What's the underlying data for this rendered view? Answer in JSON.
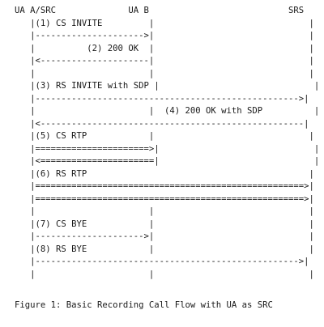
{
  "diagram": {
    "lines": [
      "UA A/SRC              UA B                           SRS",
      "   |(1) CS INVITE         |                              |",
      "   |--------------------->|                              |",
      "   |          (2) 200 OK  |                              |",
      "   |<---------------------|                              |",
      "   |                      |                              |",
      "   |(3) RS INVITE with SDP |                              |",
      "   |--------------------------------------------------->|",
      "   |                      |  (4) 200 OK with SDP          |",
      "   |<---------------------------------------------------|",
      "   |(5) CS RTP            |                              |",
      "   |======================>|                              |",
      "   |<======================|                              |",
      "   |(6) RS RTP                                           |",
      "   |====================================================>|",
      "   |====================================================>|",
      "   |                      |                              |",
      "   |(7) CS BYE            |                              |",
      "   |--------------------->|                              |",
      "   |(8) RS BYE            |                              |",
      "   |--------------------------------------------------->|",
      "   |                      |                              |"
    ],
    "caption": "Figure 1: Basic Recording Call Flow with UA as SRC"
  }
}
